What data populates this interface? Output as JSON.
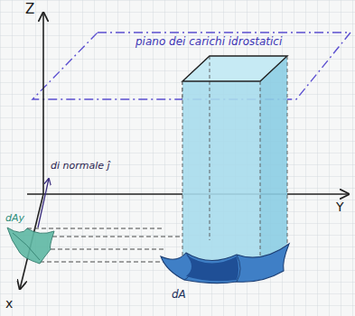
{
  "diagram": {
    "labels": [
      "Z",
      "piano dei carichi idrostatici",
      "di normale ĵ",
      "Y",
      "dAy",
      "dA",
      "x"
    ]
  }
}
